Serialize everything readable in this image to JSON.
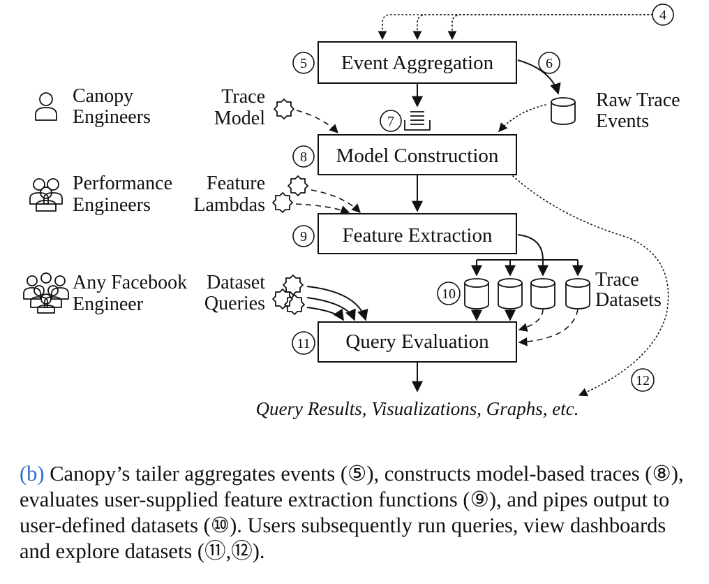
{
  "boxes": {
    "event_aggregation": "Event Aggregation",
    "model_construction": "Model Construction",
    "feature_extraction": "Feature Extraction",
    "query_evaluation": "Query Evaluation"
  },
  "step_numbers": {
    "n4": "4",
    "n5": "5",
    "n6": "6",
    "n7": "7",
    "n8": "8",
    "n9": "9",
    "n10": "10",
    "n11": "11",
    "n12": "12"
  },
  "roles": {
    "canopy": [
      "Canopy",
      "Engineers"
    ],
    "performance": [
      "Performance",
      "Engineers"
    ],
    "any": [
      "Any Facebook",
      "Engineer"
    ]
  },
  "inputs": {
    "trace_model": [
      "Trace",
      "Model"
    ],
    "feature_lambdas": [
      "Feature",
      "Lambdas"
    ],
    "dataset_queries": [
      "Dataset",
      "Queries"
    ]
  },
  "stores": {
    "raw_trace_events": [
      "Raw Trace",
      "Events"
    ],
    "trace_datasets": [
      "Trace",
      "Datasets"
    ]
  },
  "results": "Query Results, Visualizations, Graphs, etc.",
  "caption": {
    "tag": "(b)",
    "text": " Canopy’s tailer aggregates events (⑤), constructs model-based traces (⑧), evaluates user-supplied feature extraction functions (⑨), and pipes output to user-defined datasets (⑩). Users subsequently run queries, view dashboards and explore datasets (⑪,⑫)."
  }
}
